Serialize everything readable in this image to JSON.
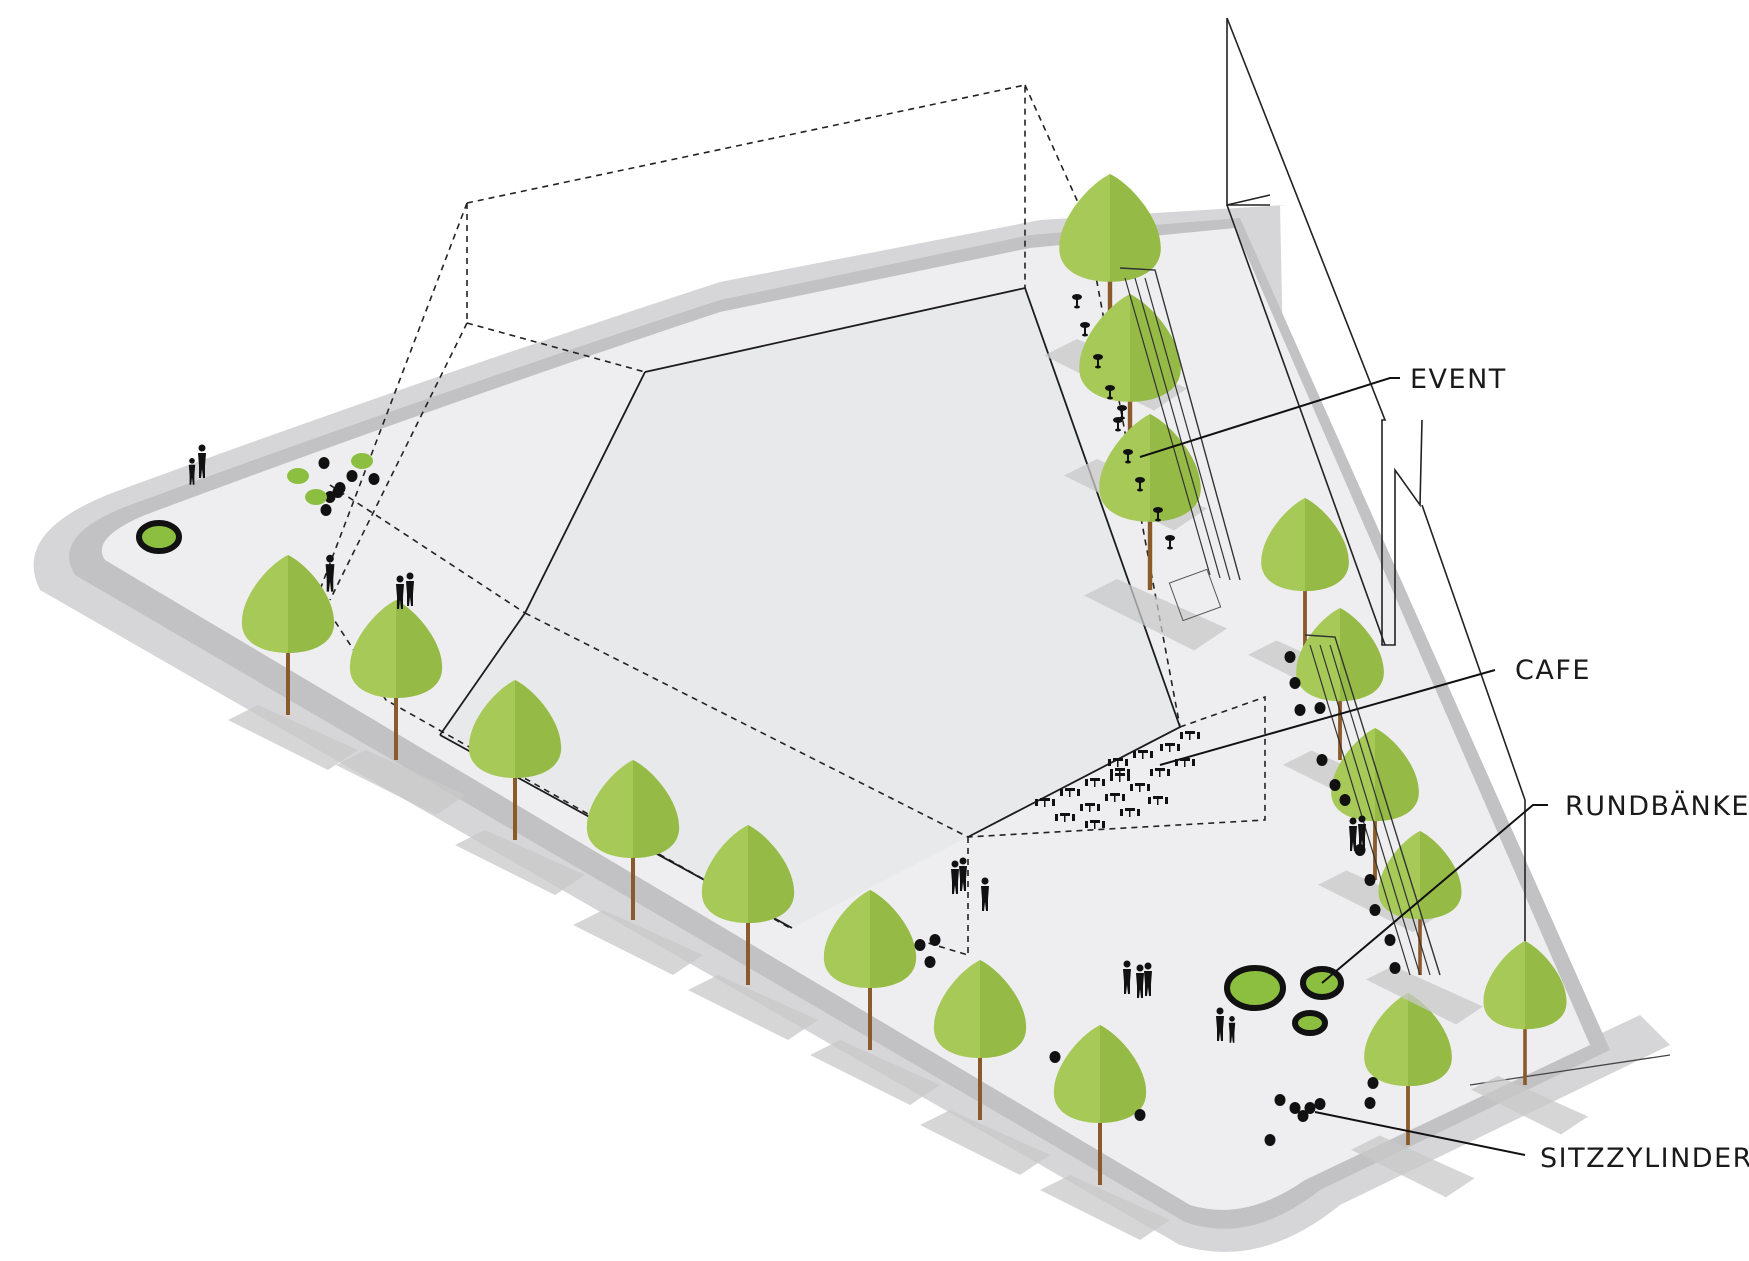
{
  "labels": {
    "event": "EVENT",
    "cafe": "CAFE",
    "rundbaenke": "RUNDBÄNKE",
    "sitzzylinder": "SITZZYLINDER"
  },
  "colors": {
    "background": "#ffffff",
    "road": "#d6d6d8",
    "curb": "#bdbdbf",
    "paving": "#eeeef0",
    "hall": "#e9eaec",
    "tree_light": "#a6c957",
    "tree_dark": "#86ad38",
    "trunk": "#8a5a2b",
    "shadow": "#c8c8ca",
    "furniture": "#111111",
    "bench_green": "#8cbf3f"
  },
  "icons": [
    "tree-icon",
    "person-icon",
    "seat-cylinder-icon",
    "round-bench-icon",
    "cafe-table-icon",
    "bistro-table-icon"
  ]
}
